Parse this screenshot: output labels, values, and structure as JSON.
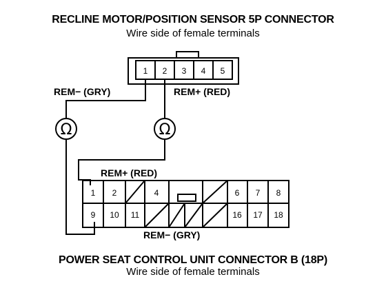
{
  "top_connector": {
    "title": "RECLINE MOTOR/POSITION SENSOR 5P CONNECTOR",
    "subtitle": "Wire side of female terminals",
    "pins": [
      "1",
      "2",
      "3",
      "4",
      "5"
    ],
    "wire_left": "REM− (GRY)",
    "wire_right": "REM+ (RED)"
  },
  "meters": {
    "symbol": "Ω"
  },
  "bottom_connector": {
    "title": "POWER SEAT CONTROL UNIT CONNECTOR B (18P)",
    "subtitle": "Wire side of female terminals",
    "row1_pins": [
      "1",
      "2",
      "4",
      "6",
      "7",
      "8"
    ],
    "row2_pins": [
      "9",
      "10",
      "11",
      "16",
      "17",
      "18"
    ],
    "wire_top": "REM+ (RED)",
    "wire_bottom": "REM− (GRY)"
  }
}
